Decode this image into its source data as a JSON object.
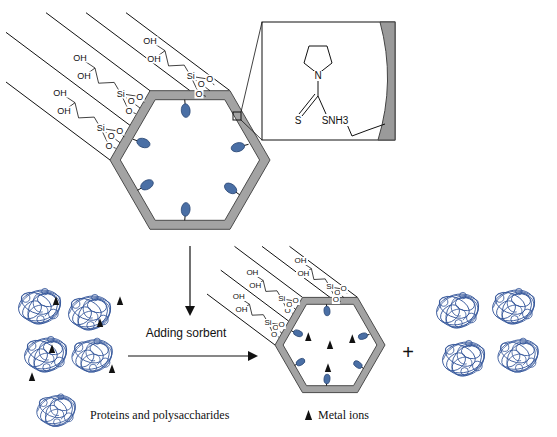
{
  "diagram": {
    "labels": [
      "OH",
      "OH",
      "Si",
      "O",
      "O",
      "O",
      "OH",
      "OH",
      "Si",
      "O",
      "O",
      "O",
      "OH",
      "OH",
      "Si",
      "O",
      "O",
      "O",
      "N",
      "S",
      "SNH3",
      "Adding sorbent",
      "OH",
      "OH",
      "Si",
      "O",
      "O",
      "O",
      "OH",
      "OH",
      "Si",
      "O",
      "O",
      "O",
      "OH",
      "OH",
      "Si",
      "O",
      "O",
      "O",
      "+"
    ],
    "legend": [
      {
        "text": "Proteins and polysaccharides"
      },
      {
        "text": "Metal ions"
      }
    ]
  }
}
